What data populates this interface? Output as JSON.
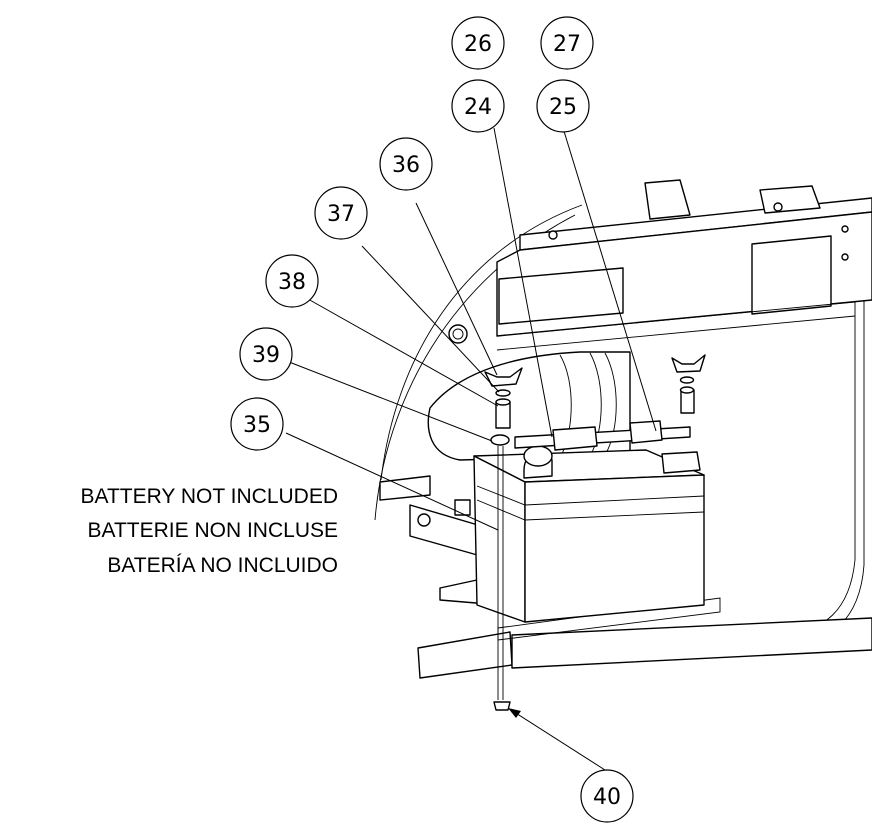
{
  "callouts": [
    {
      "id": "26",
      "label": "26"
    },
    {
      "id": "27",
      "label": "27"
    },
    {
      "id": "24",
      "label": "24"
    },
    {
      "id": "25",
      "label": "25"
    },
    {
      "id": "36",
      "label": "36"
    },
    {
      "id": "37",
      "label": "37"
    },
    {
      "id": "38",
      "label": "38"
    },
    {
      "id": "39",
      "label": "39"
    },
    {
      "id": "35",
      "label": "35"
    },
    {
      "id": "40",
      "label": "40"
    }
  ],
  "note": {
    "line_en": "BATTERY NOT INCLUDED",
    "line_fr": "BATTERIE NON INCLUSE",
    "line_es": "BATERÍA NO INCLUIDO"
  }
}
